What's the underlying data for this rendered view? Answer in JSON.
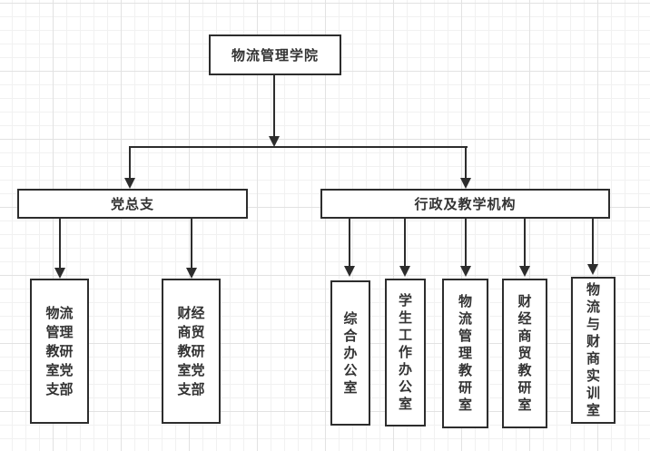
{
  "diagram": {
    "type": "org-chart",
    "root": {
      "label": "物流管理学院"
    },
    "branches": [
      {
        "label": "党总支"
      },
      {
        "label": "行政及教学机构"
      }
    ],
    "party_children": [
      {
        "label": "物流管理教研室党支部"
      },
      {
        "label": "财经商贸教研室党支部"
      }
    ],
    "admin_children": [
      {
        "label": "综合办公室"
      },
      {
        "label": "学生工作办公室"
      },
      {
        "label": "物流管理教研室"
      },
      {
        "label": "财经商贸教研室"
      },
      {
        "label": "物流与财商实训室"
      }
    ]
  },
  "colors": {
    "node_border": "#2d2d2d",
    "node_fill": "#ffffff",
    "text": "#333333",
    "connector": "#2d2d2d",
    "grid_minor": "#f1f1f1",
    "grid_major": "#e2e2e2",
    "canvas_bg": "#ffffff"
  }
}
